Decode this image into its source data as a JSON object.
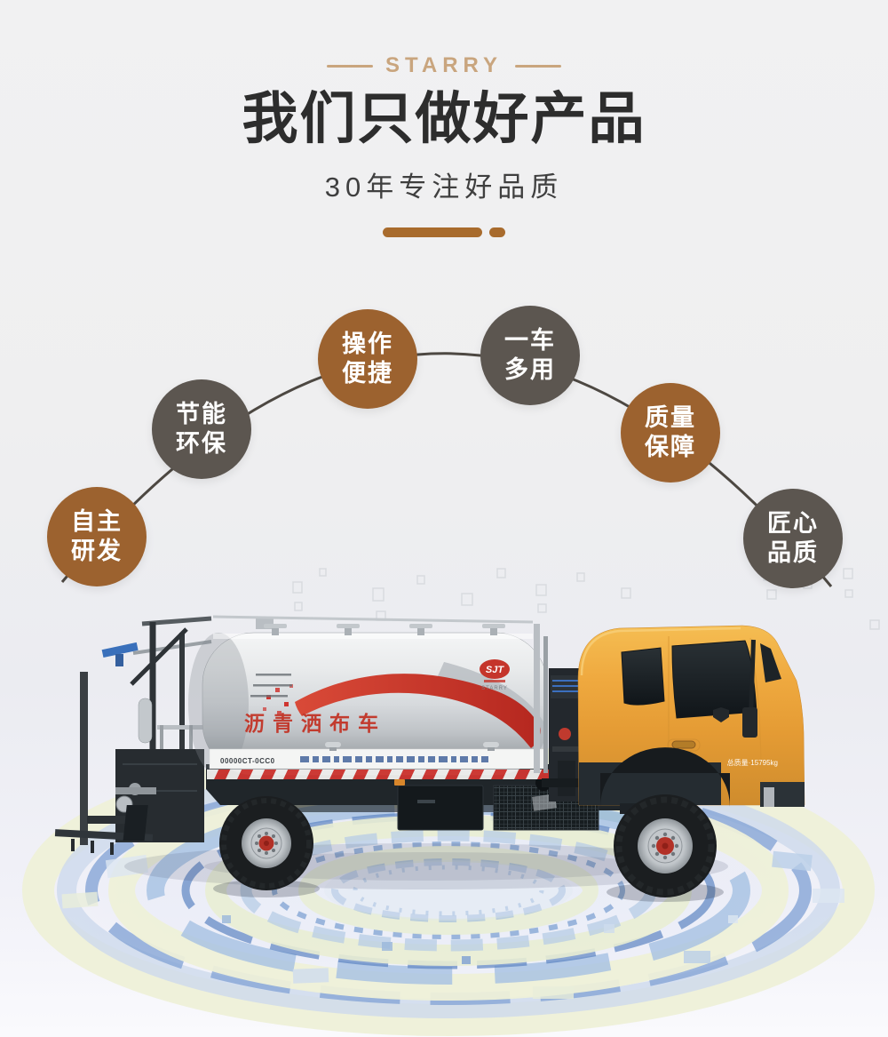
{
  "header": {
    "brand": "STARRY",
    "title": {
      "regular": "我们只做",
      "bold": "好产品"
    },
    "subtitle": "30年专注好品质"
  },
  "features": [
    {
      "line1": "自主",
      "line2": "研发",
      "tone": "brown"
    },
    {
      "line1": "节能",
      "line2": "环保",
      "tone": "gray"
    },
    {
      "line1": "操作",
      "line2": "便捷",
      "tone": "brown"
    },
    {
      "line1": "一车",
      "line2": "多用",
      "tone": "gray"
    },
    {
      "line1": "质量",
      "line2": "保障",
      "tone": "brown"
    },
    {
      "line1": "匠心",
      "line2": "品质",
      "tone": "gray"
    }
  ],
  "truck": {
    "tank_label": "沥青洒布车",
    "logo": {
      "mark": "SJT",
      "name": "STARRY"
    },
    "door_label": "总质量·15795kg",
    "rail_code": "00000CT-0CC0"
  },
  "colors": {
    "accent_tan": "#c9a57e",
    "accent_brown": "#a86b2d",
    "badge_brown": "#9c622f",
    "badge_gray": "#5c5650",
    "title_dark": "#2d2d2d",
    "cab_orange": "#eda63f",
    "swoosh_red": "#c9372c",
    "ring_blue": "#7d9fd4",
    "ring_cream": "#eef0d8"
  }
}
